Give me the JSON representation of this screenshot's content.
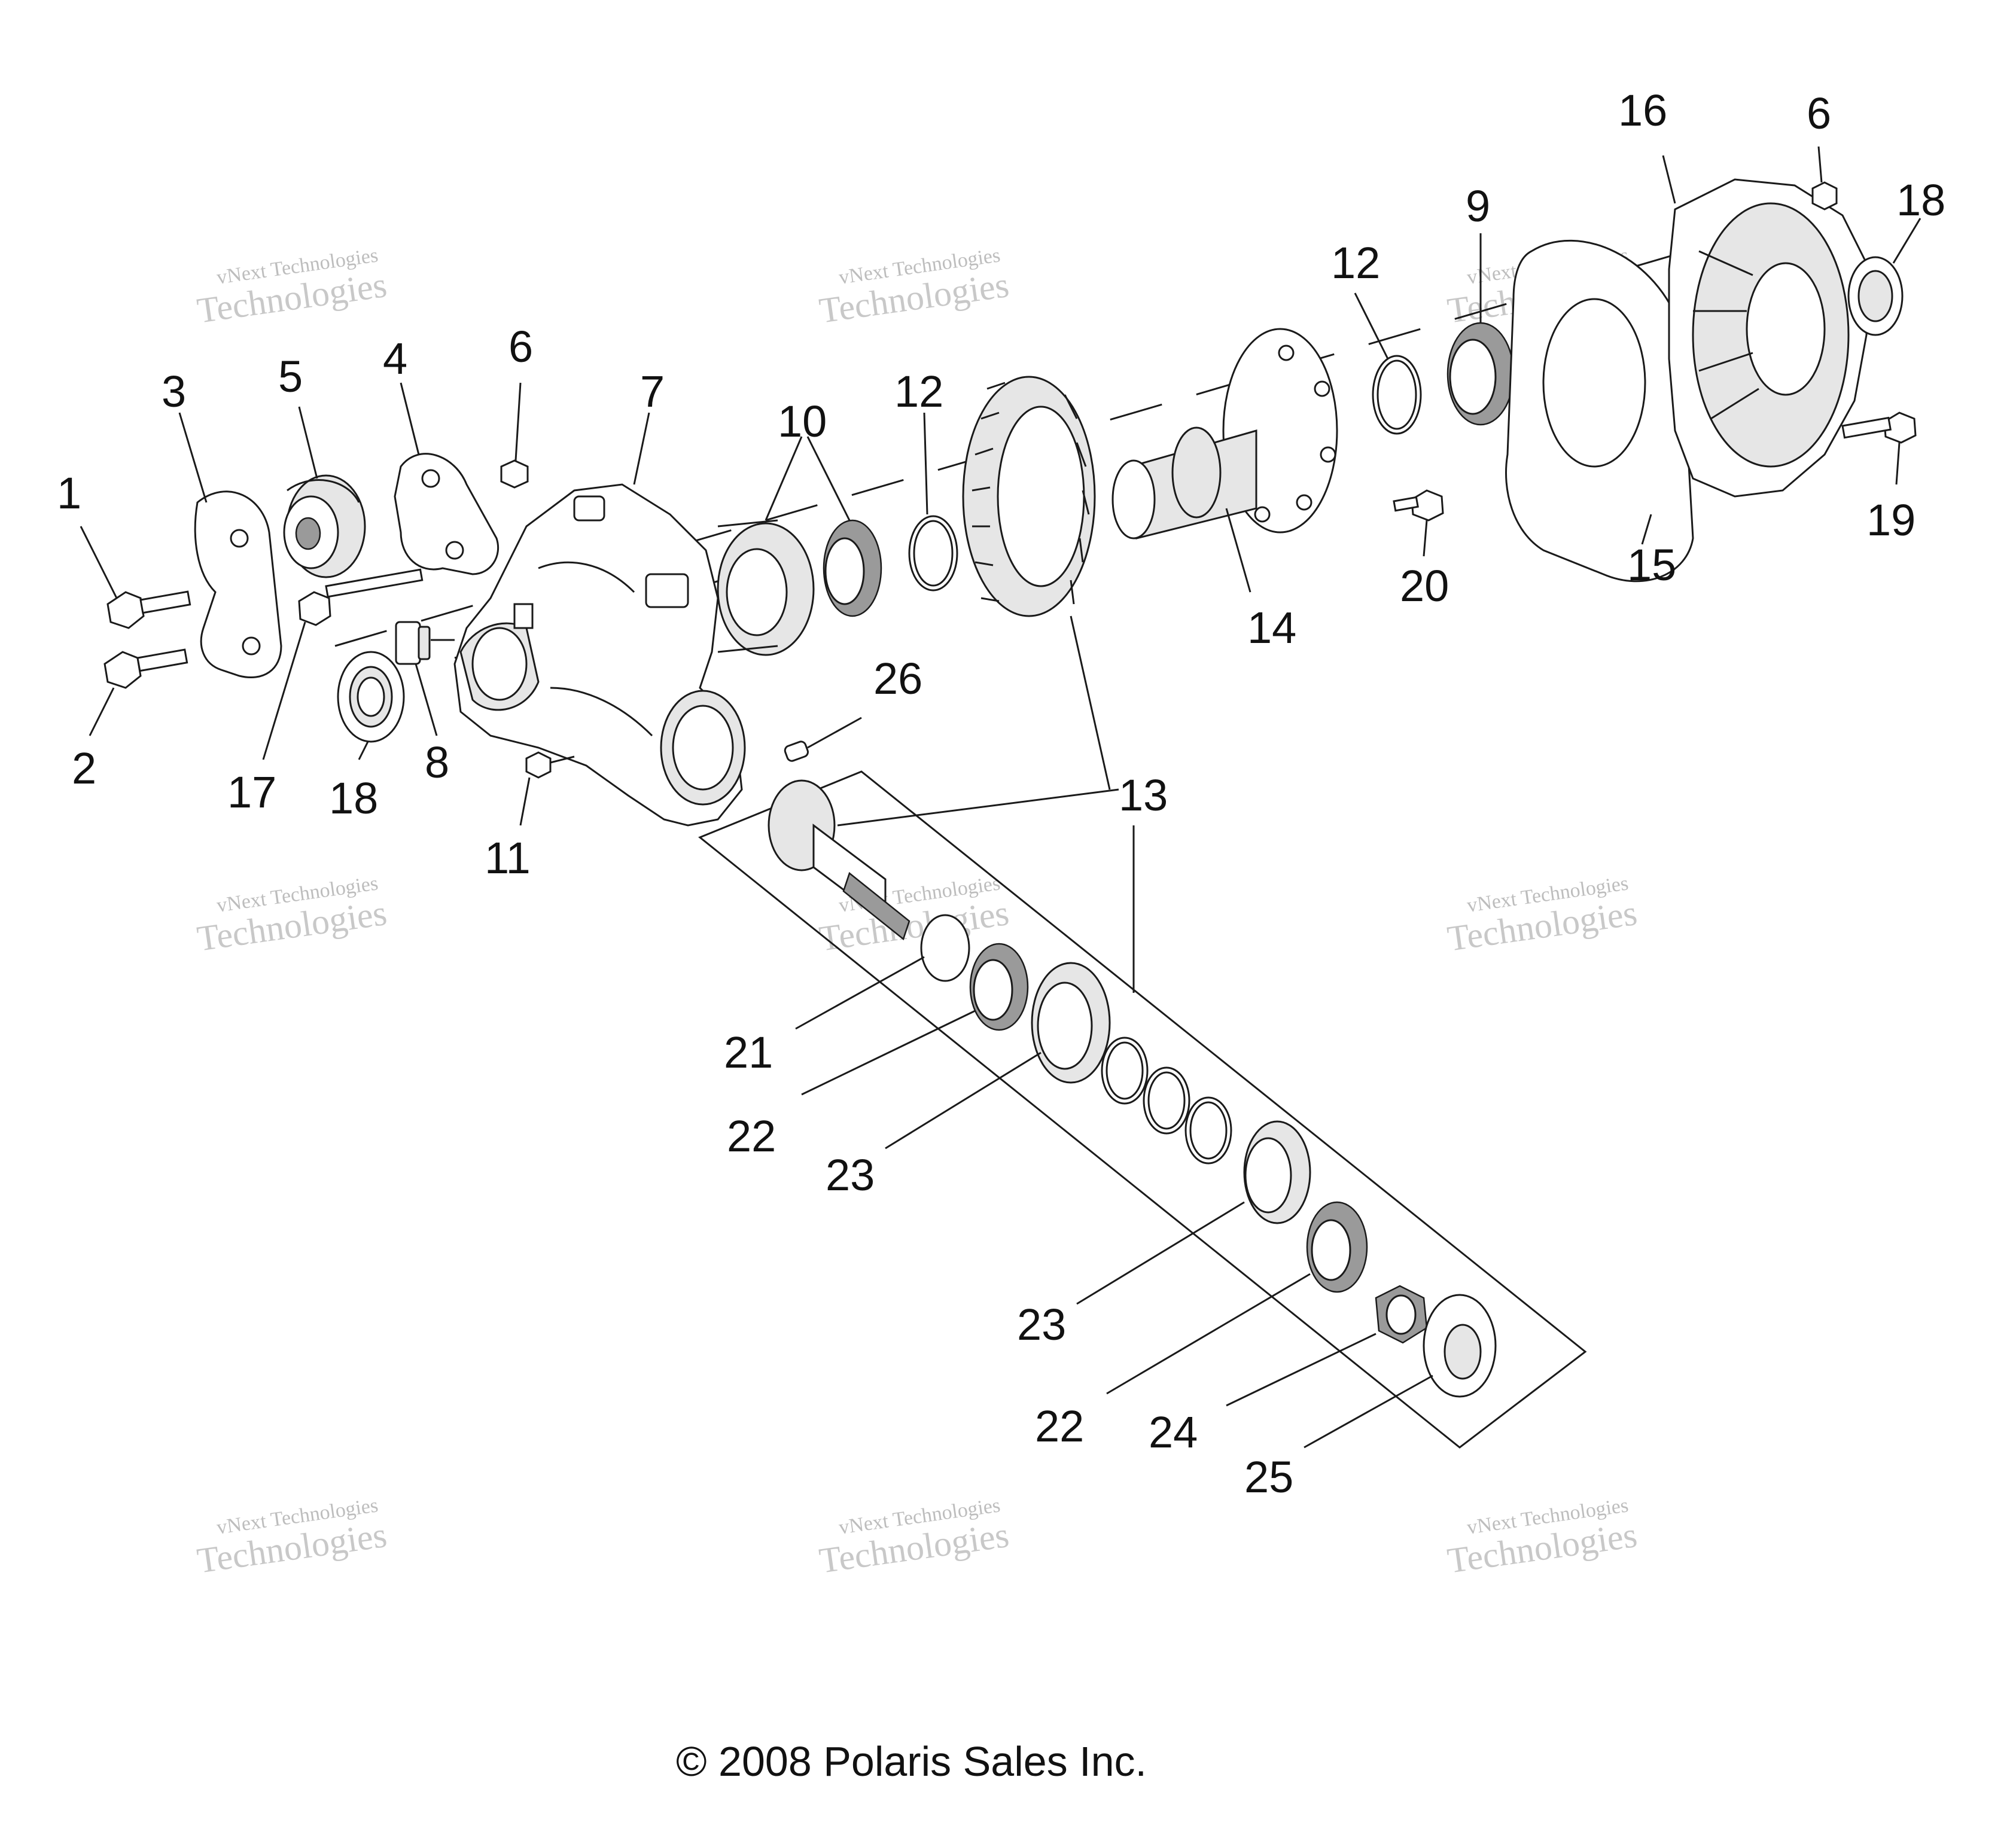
{
  "diagram": {
    "part_labels": [
      "1",
      "2",
      "3",
      "4",
      "5",
      "6",
      "6",
      "7",
      "8",
      "9",
      "10",
      "11",
      "12",
      "12",
      "13",
      "14",
      "15",
      "16",
      "17",
      "18",
      "18",
      "19",
      "20",
      "21",
      "22",
      "22",
      "23",
      "23",
      "24",
      "25",
      "26"
    ],
    "watermark": {
      "line1": "vNext Technologies",
      "line2": "Technologies"
    },
    "copyright": "© 2008 Polaris Sales Inc."
  }
}
